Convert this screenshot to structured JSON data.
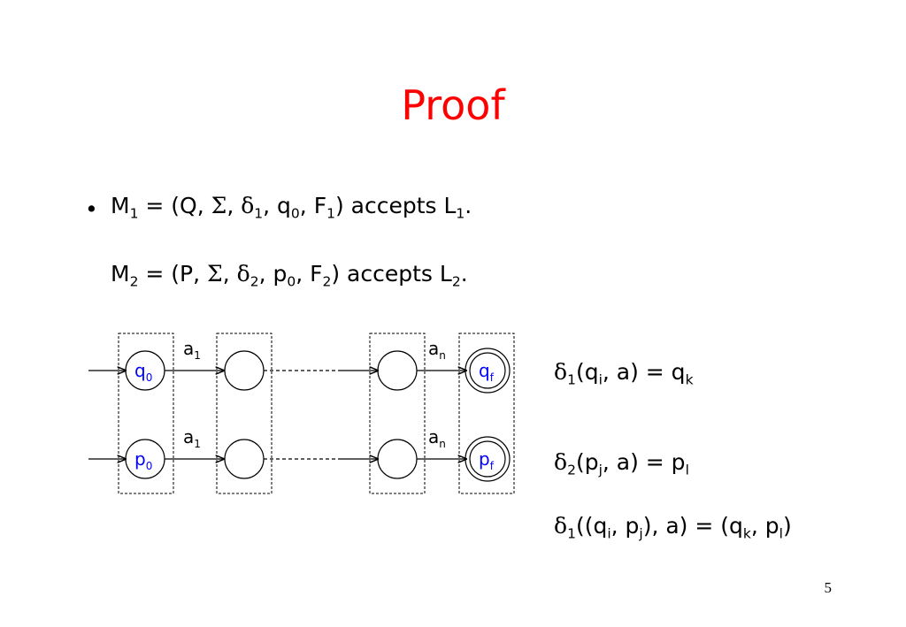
{
  "slide": {
    "title": "Proof",
    "page_number": "5"
  },
  "bullet_lines": [
    {
      "parts": [
        {
          "t": "M"
        },
        {
          "sub": "1"
        },
        {
          "t": " = (Q, "
        },
        {
          "sym": "Σ"
        },
        {
          "t": ", "
        },
        {
          "sym": "δ"
        },
        {
          "sub": "1"
        },
        {
          "t": ", q"
        },
        {
          "sub": "0"
        },
        {
          "t": ", F"
        },
        {
          "sub": "1"
        },
        {
          "t": ") accepts L"
        },
        {
          "sub": "1"
        },
        {
          "t": "."
        }
      ]
    },
    {
      "parts": [
        {
          "t": "M"
        },
        {
          "sub": "2"
        },
        {
          "t": " = (P, "
        },
        {
          "sym": "Σ"
        },
        {
          "t": ", "
        },
        {
          "sym": "δ"
        },
        {
          "sub": "2"
        },
        {
          "t": ", p"
        },
        {
          "sub": "0"
        },
        {
          "t": ", F"
        },
        {
          "sub": "2"
        },
        {
          "t": ") accepts L"
        },
        {
          "sub": "2"
        },
        {
          "t": "."
        }
      ]
    }
  ],
  "transitions": [
    {
      "parts": [
        {
          "sym": "δ"
        },
        {
          "sub": "1"
        },
        {
          "t": "(q"
        },
        {
          "sub": "i"
        },
        {
          "t": ", a) = q"
        },
        {
          "sub": "k"
        }
      ]
    },
    {
      "parts": [
        {
          "sym": "δ"
        },
        {
          "sub": "2"
        },
        {
          "t": "(p"
        },
        {
          "sub": "j"
        },
        {
          "t": ", a) = p"
        },
        {
          "sub": "l"
        }
      ]
    },
    {
      "parts": [
        {
          "sym": "δ"
        },
        {
          "sub": "1"
        },
        {
          "t": "((q"
        },
        {
          "sub": "i"
        },
        {
          "t": ", p"
        },
        {
          "sub": "j"
        },
        {
          "t": "), a) = (q"
        },
        {
          "sub": "k"
        },
        {
          "t": ", p"
        },
        {
          "sub": "l"
        },
        {
          "t": ")"
        }
      ]
    }
  ],
  "diagram": {
    "state_color": "#0000ff",
    "rows": [
      {
        "start_state": {
          "base": "q",
          "sub": "0"
        },
        "final_state": {
          "base": "q",
          "sub": "f"
        },
        "first_label": {
          "base": "a",
          "sub": "1"
        },
        "last_label": {
          "base": "a",
          "sub": "n"
        }
      },
      {
        "start_state": {
          "base": "p",
          "sub": "0"
        },
        "final_state": {
          "base": "p",
          "sub": "f"
        },
        "first_label": {
          "base": "a",
          "sub": "1"
        },
        "last_label": {
          "base": "a",
          "sub": "n"
        }
      }
    ]
  }
}
